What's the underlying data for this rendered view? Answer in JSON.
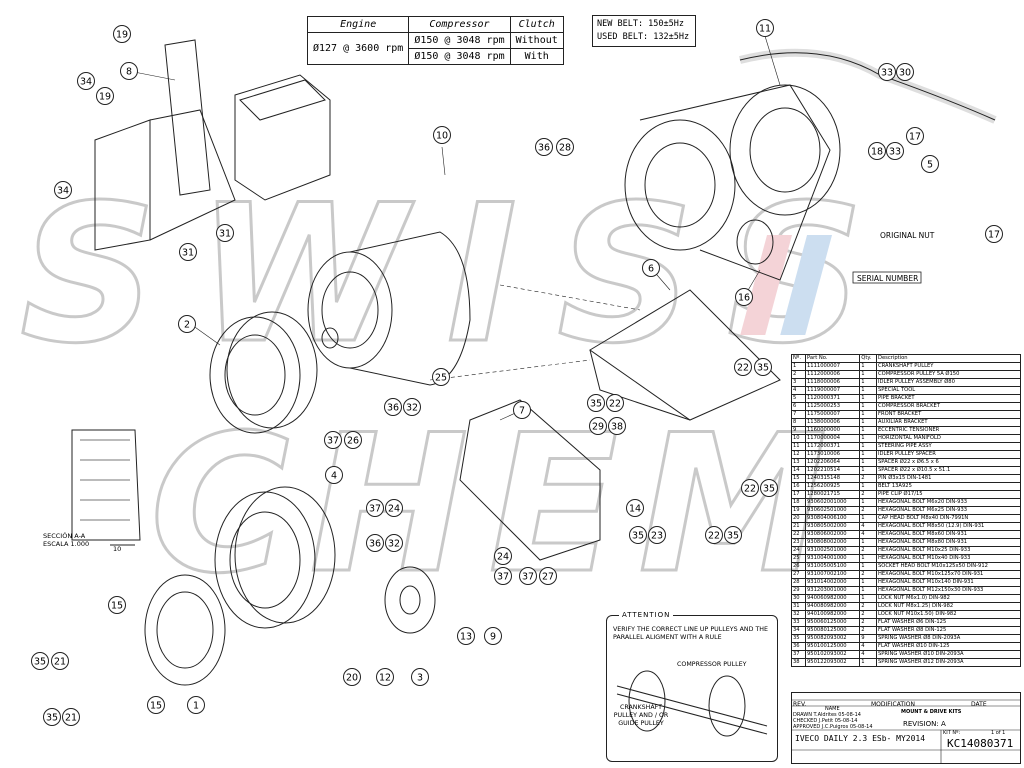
{
  "spec_table": {
    "headers": [
      "Engine",
      "Compressor",
      "Clutch"
    ],
    "rows": [
      {
        "engine": "Ø127 @ 3600 rpm",
        "compressor": "Ø150 @ 3048 rpm",
        "clutch": "Without"
      },
      {
        "engine": "",
        "compressor": "Ø150 @ 3048 rpm",
        "clutch": "With"
      }
    ]
  },
  "belt_box": {
    "new_belt": "NEW BELT:  150±5Hz",
    "used_belt": "USED BELT:  132±5Hz"
  },
  "labels": {
    "original_nut": "ORIGINAL NUT",
    "serial_number": "SERIAL NUMBER",
    "section": "SECCIÓN A-A",
    "scale": "ESCALA 1.000",
    "dim_10": "10",
    "watermark": "SWISS CHEMICALS"
  },
  "attention": {
    "title": "ATTENTION",
    "text": "VERIFY THE CORRECT LINE UP PULLEYS AND THE PARALLEL ALIGMENT WITH A RULE",
    "compressor_pulley": "COMPRESSOR PULLEY",
    "crankshaft_pulley": "CRANKSHAFT PULLEY AND / OR GUIDE PULLEY"
  },
  "callouts": [
    "1",
    "2",
    "3",
    "4",
    "5",
    "6",
    "7",
    "8",
    "9",
    "10",
    "11",
    "12",
    "13",
    "14",
    "15",
    "16",
    "17",
    "18",
    "19",
    "20",
    "21",
    "22",
    "23",
    "24",
    "25",
    "26",
    "27",
    "28",
    "29",
    "30",
    "31",
    "32",
    "33",
    "34",
    "35",
    "36",
    "37",
    "38"
  ],
  "bom": {
    "headers": [
      "Nº.",
      "Part No.",
      "Qty.",
      "Description"
    ],
    "rows": [
      [
        "1",
        "1111000007",
        "1",
        "CRANKSHAFT PULLEY"
      ],
      [
        "2",
        "1112000006",
        "1",
        "COMPRESSOR PULLEY 5A Ø150"
      ],
      [
        "3",
        "1118000006",
        "1",
        "IDLER PULLEY ASSEMBLY Ø80"
      ],
      [
        "4",
        "1119000007",
        "1",
        "SPECIAL TOOL"
      ],
      [
        "5",
        "1120000371",
        "1",
        "PIPE BRACKET"
      ],
      [
        "6",
        "1125000253",
        "1",
        "COMPRESSOR BRACKET"
      ],
      [
        "7",
        "1175000007",
        "1",
        "FRONT BRACKET"
      ],
      [
        "8",
        "1138000006",
        "1",
        "AUXILIAR BRACKET"
      ],
      [
        "9",
        "1160000000",
        "1",
        "ECCENTRIC TENSIONER"
      ],
      [
        "10",
        "1170000004",
        "1",
        "HORIZONTAL MANIFOLD"
      ],
      [
        "11",
        "1172000371",
        "1",
        "STEERING PIPE ASSY"
      ],
      [
        "12",
        "1173010006",
        "1",
        "IDLER PULLEY SPACER"
      ],
      [
        "13",
        "1202206064",
        "1",
        "SPACER Ø22 x Ø6.5 x 6"
      ],
      [
        "14",
        "1202210514",
        "1",
        "SPACER Ø22 x Ø10.5 x 51.1"
      ],
      [
        "15",
        "1240315148",
        "2",
        "PIN Ø3x15 DIN-1481"
      ],
      [
        "16",
        "1256200925",
        "1",
        "BELT 13A925"
      ],
      [
        "17",
        "1280021715",
        "2",
        "PIPE CLIP Ø17/15"
      ],
      [
        "18",
        "930602001000",
        "1",
        "HEXAGONAL BOLT M6x20 DIN-933"
      ],
      [
        "19",
        "930602501000",
        "2",
        "HEXAGONAL BOLT M6x25 DIN-933"
      ],
      [
        "20",
        "930804006100",
        "1",
        "CAP HEAD BOLT M8x40 DIN-7991N"
      ],
      [
        "21",
        "930805002000",
        "4",
        "HEXAGONAL BOLT M8x50 (12.9) DIN-931"
      ],
      [
        "22",
        "930806002000",
        "4",
        "HEXAGONAL BOLT M8x60 DIN-931"
      ],
      [
        "23",
        "930808002000",
        "1",
        "HEXAGONAL BOLT M8x80 DIN-931"
      ],
      [
        "24",
        "931002501000",
        "2",
        "HEXAGONAL BOLT M10x25 DIN-933"
      ],
      [
        "25",
        "931004001000",
        "1",
        "HEXAGONAL BOLT M10x40 DIN-933"
      ],
      [
        "26",
        "931005005100",
        "1",
        "SOCKET HEAD BOLT M10x125x50 DIN-912"
      ],
      [
        "27",
        "931007002100",
        "2",
        "HEXAGONAL BOLT M10x125x70 DIN-931"
      ],
      [
        "28",
        "931014002000",
        "1",
        "HEXAGONAL BOLT M10x140 DIN-931"
      ],
      [
        "29",
        "931203001000",
        "1",
        "HEXAGONAL BOLT M12x150x30 DIN-933"
      ],
      [
        "30",
        "940060982000",
        "1",
        "LOCK NUT M6x1.0) DIN-982"
      ],
      [
        "31",
        "940080982000",
        "2",
        "LOCK NUT M8x1.25) DIN-982"
      ],
      [
        "32",
        "940100982000",
        "2",
        "LOCK NUT M10x1.50) DIN-982"
      ],
      [
        "33",
        "950060125000",
        "2",
        "FLAT WASHER Ø6 DIN-125"
      ],
      [
        "34",
        "950080125000",
        "2",
        "FLAT WASHER Ø8 DIN-125"
      ],
      [
        "35",
        "950082093002",
        "9",
        "SPRING WASHER Ø8 DIN-2093A"
      ],
      [
        "36",
        "950100125000",
        "4",
        "FLAT WASHER Ø10 DIN-125"
      ],
      [
        "37",
        "950102093002",
        "4",
        "SPRING WASHER Ø10 DIN-2093A"
      ],
      [
        "38",
        "950122093002",
        "1",
        "SPRING WASHER Ø12 DIN-2093A"
      ]
    ]
  },
  "title_block": {
    "rev_label": "REV.",
    "modification_label": "MODIFICATION",
    "date_label": "DATE",
    "name_label": "NAME",
    "drawn_label": "DRAWN",
    "drawn_name": "T.Aldrites",
    "drawn_date": "05-08-14",
    "checked_label": "CHECKED",
    "checked_name": "J.Petit",
    "checked_date": "05-08-14",
    "approved_label": "APPROVED",
    "approved_name": "J.C.Puigros",
    "approved_date": "05-08-14",
    "company": "MOUNT & DRIVE KITS",
    "revision": "REVISION: A",
    "model": "IVECO DAILY 2.3 ESb- MY2014",
    "kit_label": "KIT Nº:",
    "kit_no": "KC14080371",
    "page": "1 of 1"
  }
}
